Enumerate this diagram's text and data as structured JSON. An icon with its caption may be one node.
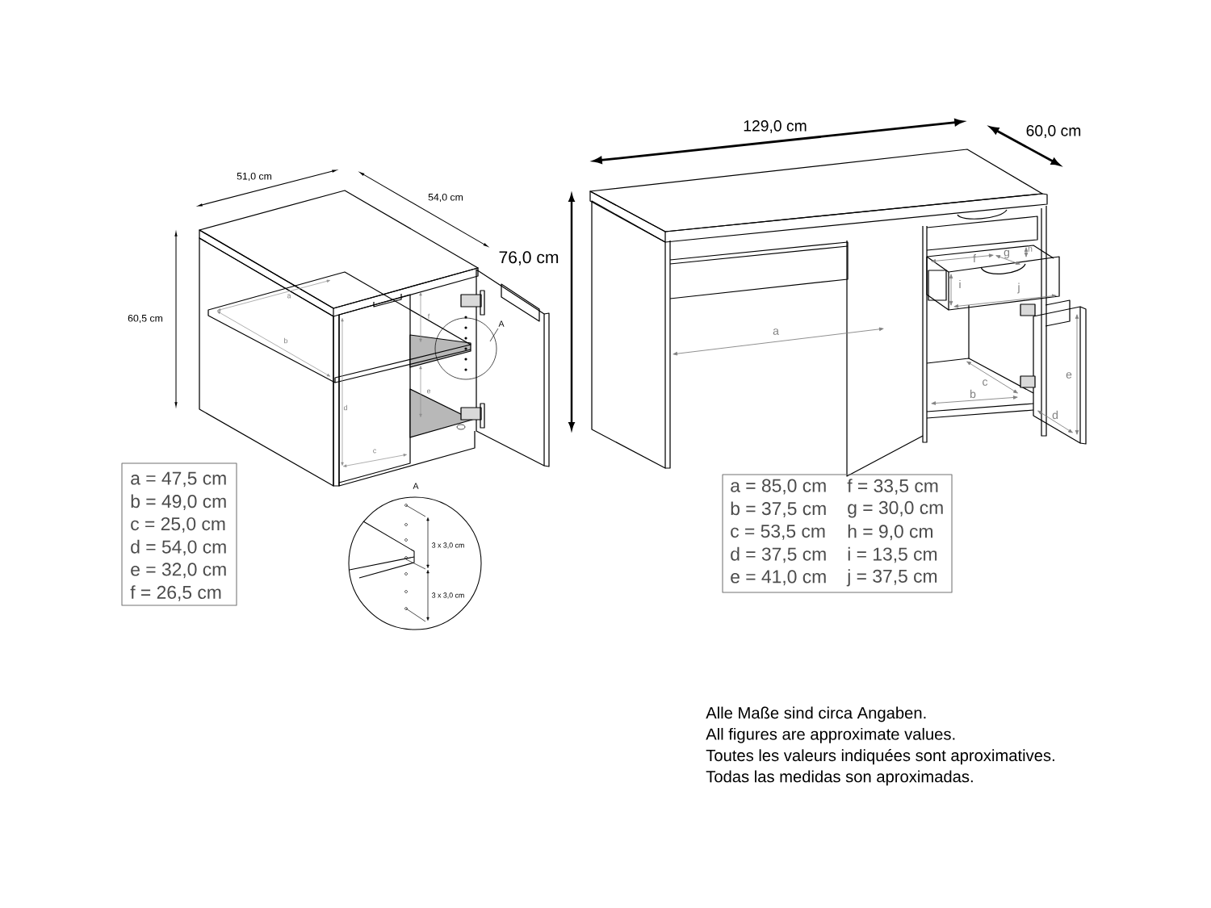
{
  "diagram": {
    "labels": [
      "129,0 cm",
      "60,0 cm",
      "51,0 cm",
      "54,0 cm",
      "76,0 cm",
      "60,5 cm",
      "a",
      "b",
      "f",
      "A",
      "e",
      "d",
      "c",
      "h",
      "g",
      "f",
      "i",
      "j",
      "a",
      "e",
      "c",
      "b",
      "d",
      "A",
      "3 x 3,0 cm",
      "3 x 3,0 cm",
      "a = 47,5 cm",
      "b = 49,0 cm",
      "c = 25,0 cm",
      "d = 54,0 cm",
      "e = 32,0 cm",
      "f  = 26,5 cm",
      "a = 85,0 cm",
      "f  = 33,5 cm",
      "b = 37,5 cm",
      "g = 30,0 cm",
      "c = 53,5 cm",
      "h =   9,0 cm",
      "d = 37,5 cm",
      "i  = 13,5 cm",
      "e = 41,0 cm",
      "j  = 37,5 cm",
      "Alle Maße sind circa Angaben.",
      "All figures are approximate values.",
      "Toutes les valeurs indiquées sont aproximatives.",
      "Todas las medidas son aproximadas."
    ]
  }
}
